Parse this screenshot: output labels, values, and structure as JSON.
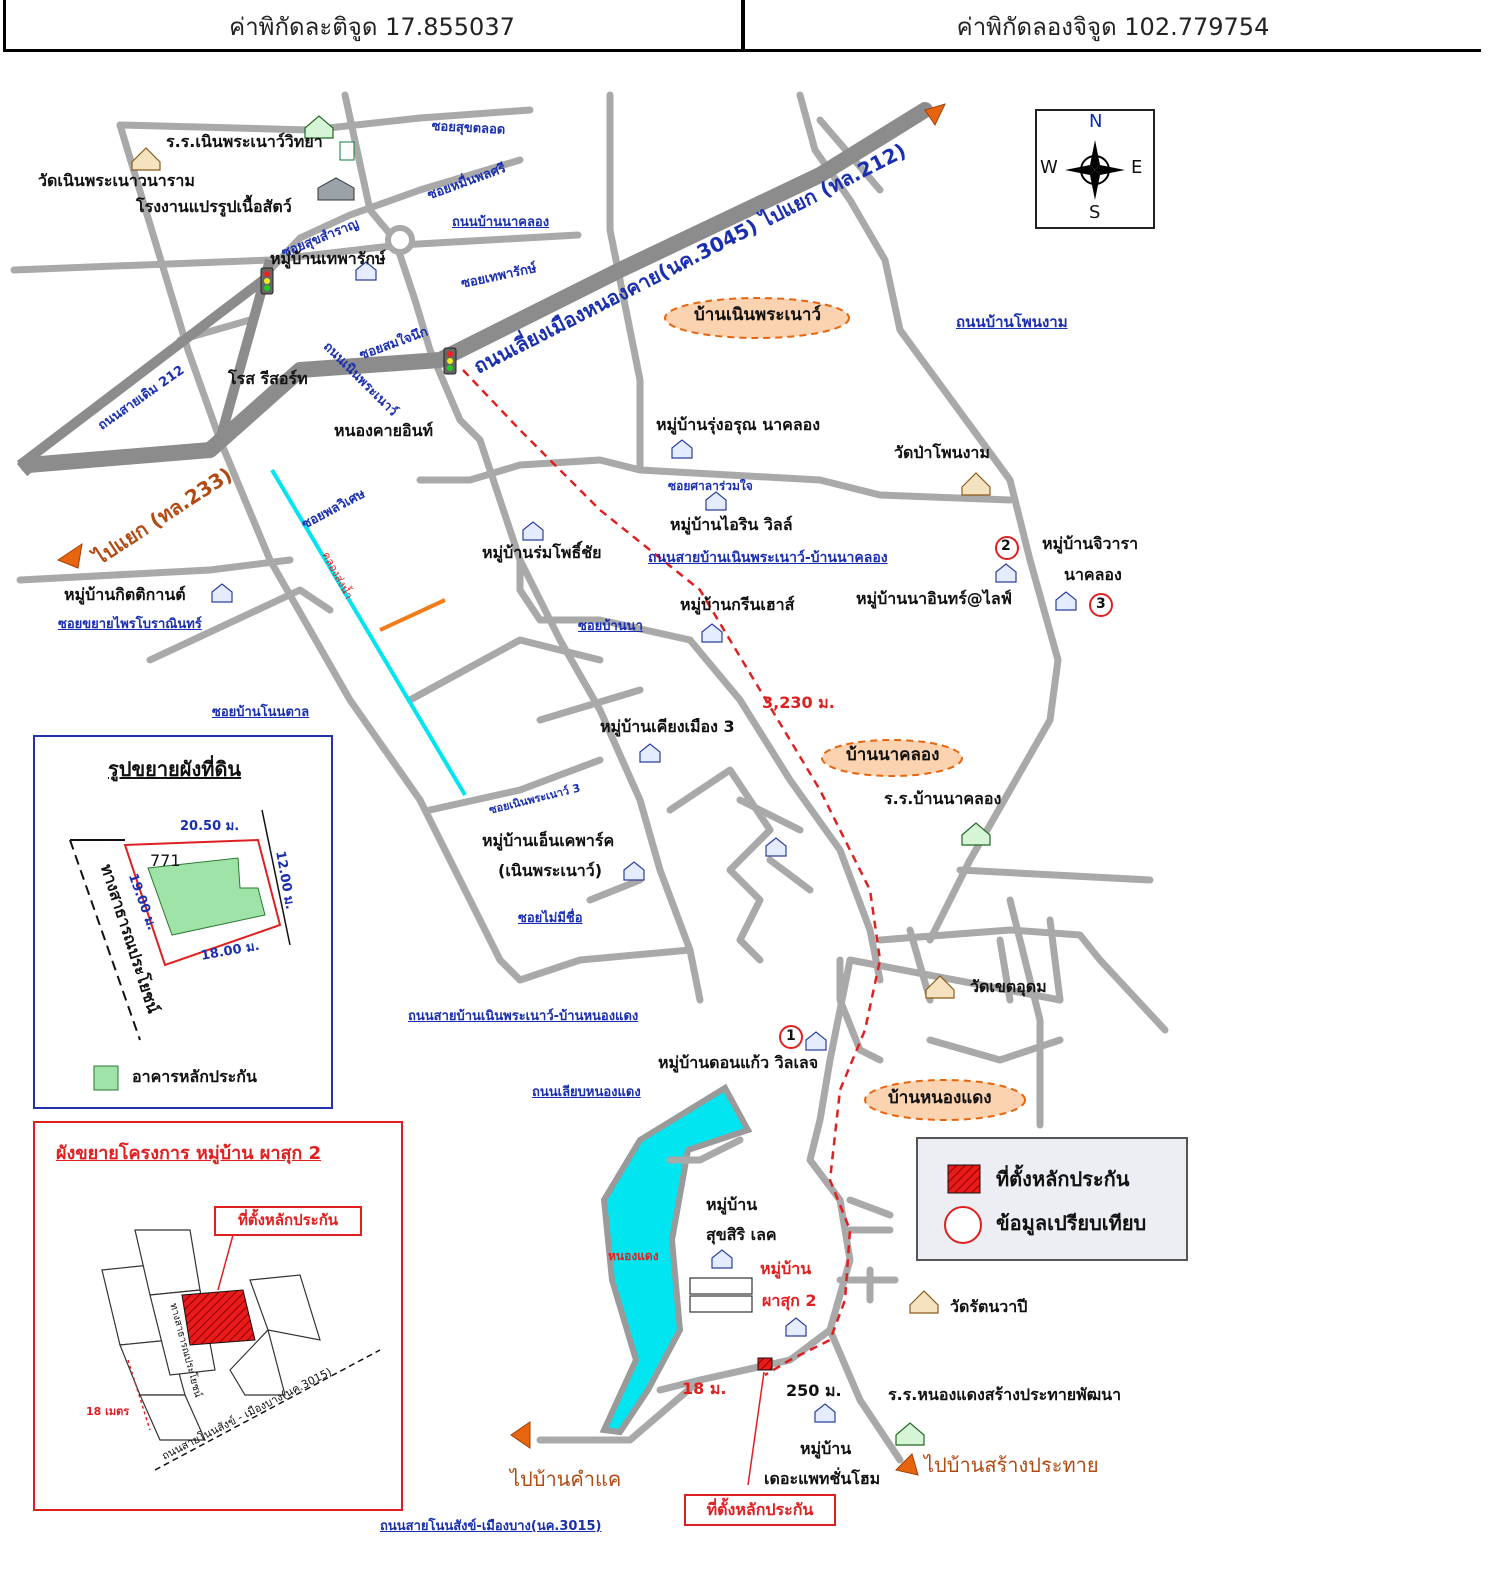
{
  "header": {
    "latitude_label": "ค่าพิกัดละติจูด 17.855037",
    "longitude_label": "ค่าพิกัดลองจิจูด 102.779754"
  },
  "compass": {
    "n": "N",
    "s": "S",
    "e": "E",
    "w": "W"
  },
  "districts": {
    "nern_phra_nao": "บ้านเนินพระเนาว์",
    "na_klong": "บ้านนาคลอง",
    "nong_daeng": "บ้านหนองแดง"
  },
  "roads": {
    "bypass": "ถนนเลี่ยงเมืองหนองคาย(นค.3045) ไปแยก (ทล.212)",
    "to_233": "ไปแยก (ทล.233)",
    "old_212": "ถนนสายเดิม 212",
    "na_klong_rd": "ถนนบ้านนาคลอง",
    "phon_ngam_rd": "ถนนบ้านโพนงาม",
    "nern_na_klong_rd": "ถนนสายบ้านเนินพระเนาว์-บ้านนาคลอง",
    "nern_nong_daeng_rd": "ถนนสายบ้านเนินพระเนาว์-บ้านหนองแดง",
    "lake_rd": "ถนนเลียบหนองแดง",
    "phon_sawan_rd": "ถนนสายโนนสังข์-เมืองบาง(นค.3015)",
    "nern_phra_nao_rd": "ถนนเนินพระเนาว์",
    "soi_sukhot": "ซอยสุขตลอด",
    "soi_muen": "ซอยหมื่นพลศรี",
    "soi_suksamran": "ซอยสุขสำราญ",
    "soi_thepharak": "ซอยเทพารักษ์",
    "soi_somjai": "ซอยสมใจนึก",
    "soi_phonwiset": "ซอยพลวิเศษ",
    "soi_phaiboran": "ซอยขยายไพรโบราณินทร์",
    "soi_non_tan": "ซอยบ้านโนนตาล",
    "soi_ban_na": "ซอยบ้านนา",
    "soi_nern_3": "ซอยเนินพระเนาว์ 3",
    "soi_no_name": "ซอยไม่มีชื่อ",
    "soi_sala": "ซอยศาลาร่วมใจ",
    "canal": "คลองส่งน้ำ"
  },
  "places": {
    "school_nern": "ร.ร.เนินพระเนาว์วิทยา",
    "wat_nern": "วัดเนินพระเนาวนาราม",
    "factory": "โรงงานแปรรูปเนื้อสัตว์",
    "vil_thepharak": "หมู่บ้านเทพารักษ์",
    "rose_resort": "โรส รีสอร์ท",
    "nongkhai_in": "หนองคายอินท์",
    "vil_rung_arun": "หมู่บ้านรุ่งอรุณ นาคลอง",
    "wat_pa_phon": "วัดป่าโพนงาม",
    "vil_irin": "หมู่บ้านไอริน วิลล์",
    "vil_rom_pho": "หมู่บ้านร่มโพธิ์ชัย",
    "vil_kittika": "หมู่บ้านกิตติกานต์",
    "vil_green": "หมู่บ้านกรีนเฮาส์",
    "vil_na_in": "หมู่บ้านนาอินทร์@ไลฟ์",
    "vil_jiwara_1": "หมู่บ้านจิวารา",
    "vil_jiwara_2": "นาคลอง",
    "vil_khiang": "หมู่บ้านเคียงเมือง 3",
    "school_na_klong": "ร.ร.บ้านนาคลอง",
    "vil_nk_park_1": "หมู่บ้านเอ็นเคพาร์ค",
    "vil_nk_park_2": "(เนินพระเนาว์)",
    "wat_khet": "วัดเขตอุดม",
    "vil_don_kaew": "หมู่บ้านดอนแก้ว วิลเลจ",
    "vil_suksiri_1": "หมู่บ้าน",
    "vil_suksiri_2": "สุขสิริ เลค",
    "vil_pasuk_1": "หมู่บ้าน",
    "vil_pasuk_2": "ผาสุก 2",
    "wat_ratana": "วัดรัตนวาปี",
    "school_nong_daeng": "ร.ร.หนองแดงสร้างประทายพัฒนา",
    "vil_palm_1": "หมู่บ้าน",
    "vil_palm_2": "เดอะแพทชั่นโฮม",
    "lake": "หนองแดง",
    "to_kham_ae": "ไปบ้านคำแค",
    "to_sang": "ไปบ้านสร้างประทาย",
    "dist_3230": "3,230 ม.",
    "dist_250": "250 ม.",
    "dist_18": "18 ม.",
    "collateral_tag": "ที่ตั้งหลักประกัน",
    "marker_1": "1",
    "marker_2": "2",
    "marker_3": "3"
  },
  "plot_inset": {
    "title": "รูปขยายผังที่ดิน",
    "plot_no": "771",
    "top": "20.50 ม.",
    "right": "12.00 ม.",
    "left": "19.00 ม.",
    "bottom": "18.00 ม.",
    "road": "ทางสาธารณประโยชน์",
    "legend": "อาคารหลักประกัน"
  },
  "project_inset": {
    "title": "ผังขยายโครงการ หมู่บ้าน ผาสุก 2",
    "tag": "ที่ตั้งหลักประกัน",
    "road_vertical": "ทางสาธารณประโยชน์",
    "road_diag": "ถนนสายโนนสังข์ - เมืองบาง(นค.3015)",
    "width": "18 เมตร"
  },
  "legend": {
    "collateral": "ที่ตั้งหลักประกัน",
    "comparison": "ข้อมูลเปรียบเทียบ"
  },
  "colors": {
    "road": "#a9a9a9",
    "bypass": "#8c8c8c",
    "lake": "#00e5f0",
    "canal": "#00e5f0",
    "route": "#e02020",
    "arrow": "#e8650f",
    "district_fill": "#fbd3b0",
    "green_building": "#9fe3a8"
  }
}
